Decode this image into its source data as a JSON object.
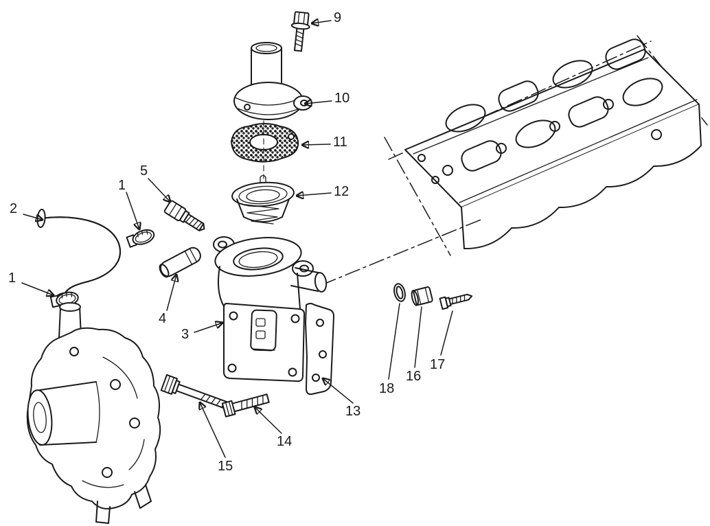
{
  "figure": {
    "background": "#ffffff",
    "line_color": "#1a1a1a",
    "callouts": [
      {
        "id": "callout-9",
        "label": "9"
      },
      {
        "id": "callout-10",
        "label": "10"
      },
      {
        "id": "callout-11",
        "label": "11"
      },
      {
        "id": "callout-12",
        "label": "12"
      },
      {
        "id": "callout-5",
        "label": "5"
      },
      {
        "id": "callout-1a",
        "label": "1"
      },
      {
        "id": "callout-2",
        "label": "2"
      },
      {
        "id": "callout-1b",
        "label": "1"
      },
      {
        "id": "callout-4",
        "label": "4"
      },
      {
        "id": "callout-3",
        "label": "3"
      },
      {
        "id": "callout-18",
        "label": "18"
      },
      {
        "id": "callout-16",
        "label": "16"
      },
      {
        "id": "callout-17",
        "label": "17"
      },
      {
        "id": "callout-13",
        "label": "13"
      },
      {
        "id": "callout-14",
        "label": "14"
      },
      {
        "id": "callout-15",
        "label": "15"
      }
    ]
  }
}
